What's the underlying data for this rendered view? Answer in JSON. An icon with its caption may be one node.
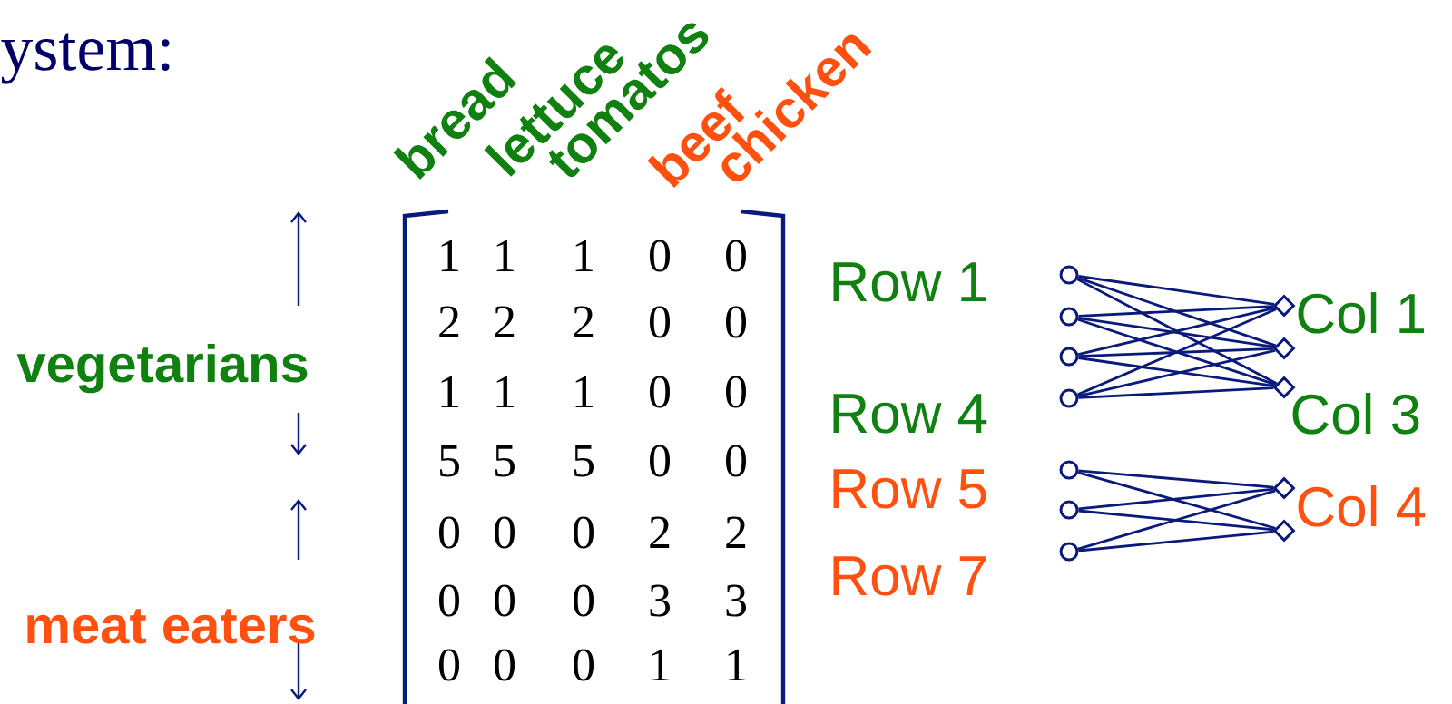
{
  "diagram": {
    "nodes": [
      {
        "text": [],
        "shape": "circle"
      },
      {
        "text": [],
        "shape": "circle"
      },
      {
        "text": [],
        "shape": "circle"
      },
      {
        "text": [],
        "shape": "circle"
      },
      {
        "text": [],
        "shape": "diamond"
      },
      {
        "text": [],
        "shape": "diamond"
      },
      {
        "text": [],
        "shape": "diamond"
      },
      {
        "text": [],
        "shape": "circle"
      },
      {
        "text": [],
        "shape": "circle"
      },
      {
        "text": [],
        "shape": "circle"
      },
      {
        "text": [],
        "shape": "diamond"
      },
      {
        "text": [],
        "shape": "diamond"
      }
    ],
    "edges": [
      {
        "from": 0,
        "to": 4,
        "arrow": "none"
      },
      {
        "from": 0,
        "to": 5,
        "arrow": "none"
      },
      {
        "from": 0,
        "to": 6,
        "arrow": "none"
      },
      {
        "from": 1,
        "to": 4,
        "arrow": "none"
      },
      {
        "from": 1,
        "to": 5,
        "arrow": "none"
      },
      {
        "from": 1,
        "to": 6,
        "arrow": "none"
      },
      {
        "from": 2,
        "to": 4,
        "arrow": "none"
      },
      {
        "from": 2,
        "to": 5,
        "arrow": "none"
      },
      {
        "from": 2,
        "to": 6,
        "arrow": "none"
      },
      {
        "from": 3,
        "to": 4,
        "arrow": "none"
      },
      {
        "from": 3,
        "to": 5,
        "arrow": "none"
      },
      {
        "from": 3,
        "to": 6,
        "arrow": "none"
      },
      {
        "from": 7,
        "to": 10,
        "arrow": "none"
      },
      {
        "from": 7,
        "to": 11,
        "arrow": "none"
      },
      {
        "from": 8,
        "to": 10,
        "arrow": "none"
      },
      {
        "from": 8,
        "to": 11,
        "arrow": "none"
      },
      {
        "from": 9,
        "to": 10,
        "arrow": "none"
      },
      {
        "from": 9,
        "to": 11,
        "arrow": "none"
      }
    ],
    "labels": [
      "ystem:",
      "bread",
      "lettuce",
      "tomatos",
      "beef",
      "chicken",
      "vegetarians",
      "meat eaters",
      "1",
      "1",
      "1",
      "0",
      "0",
      "2",
      "2",
      "2",
      "0",
      "0",
      "1",
      "1",
      "1",
      "0",
      "0",
      "5",
      "5",
      "5",
      "0",
      "0",
      "0",
      "0",
      "0",
      "2",
      "2",
      "0",
      "0",
      "0",
      "3",
      "3",
      "0",
      "0",
      "0",
      "1",
      "1",
      "Row 1",
      "Row 4",
      "Row 5",
      "Row 7",
      "Col 1",
      "Col 3",
      "Col 4"
    ]
  }
}
